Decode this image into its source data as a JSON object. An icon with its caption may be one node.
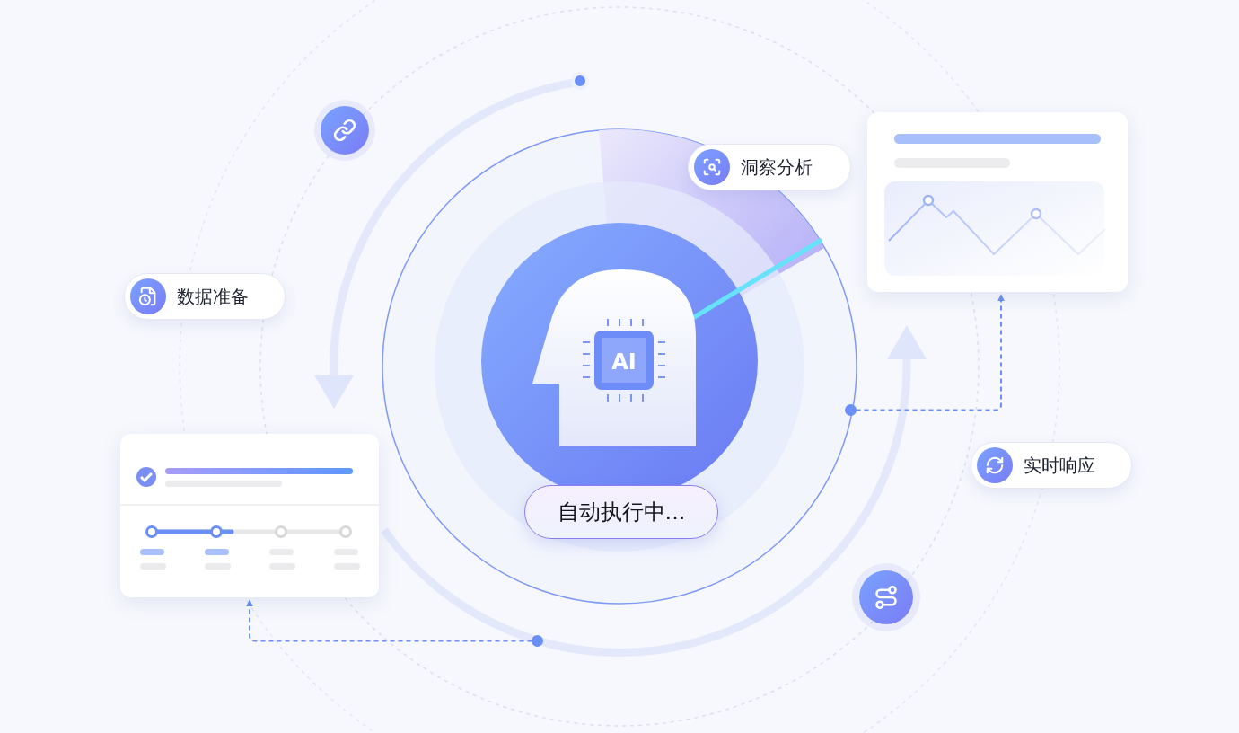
{
  "diagram": {
    "nodes": [
      {
        "text": [
          "数据准备"
        ]
      },
      {
        "text": [
          "洞察分析"
        ]
      },
      {
        "text": [
          "实时响应"
        ]
      },
      {
        "text": [
          "自动执行中..."
        ]
      },
      {
        "text": [],
        "shape": "circle"
      },
      {
        "text": [],
        "shape": "box"
      },
      {
        "text": [],
        "shape": "circle"
      },
      {
        "text": [],
        "shape": "box"
      }
    ],
    "edges": [
      {
        "from": 4,
        "to": 5,
        "arrow": "to",
        "style": "dashed"
      },
      {
        "from": 6,
        "to": 7,
        "arrow": "to",
        "style": "dashed"
      }
    ],
    "labels": [
      "AI"
    ]
  }
}
